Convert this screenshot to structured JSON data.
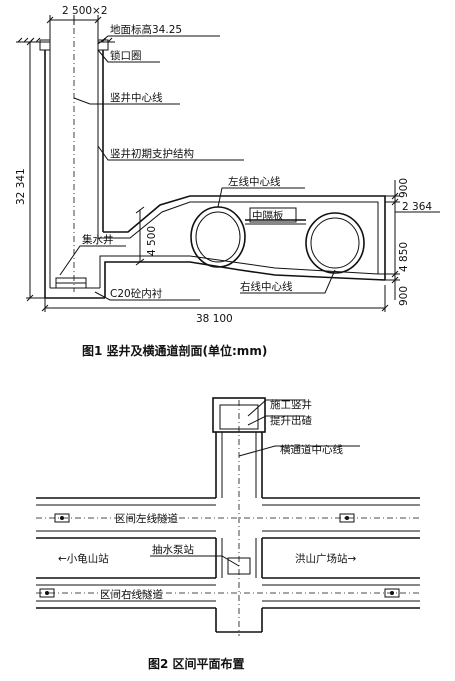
{
  "figure1": {
    "caption": "图1   竖井及横通道剖面(单位:mm)",
    "dimensions": {
      "top_width": "2 500×2",
      "height_left": "32 341",
      "bottom_width": "38 100",
      "right_900_top": "900",
      "right_2364": "2 364",
      "right_4850": "4 850",
      "right_900_bottom": "900",
      "left_4500": "4 500"
    },
    "labels": {
      "ground_elevation": "地面标高34.25",
      "collar": "锁口圈",
      "shaft_centerline": "竖井中心线",
      "primary_support": "竖井初期支护结构",
      "left_line_centerline": "左线中心线",
      "middle_partition": "中隔板",
      "sump": "集水井",
      "right_line_centerline": "右线中心线",
      "c20_lining": "C20砼内衬"
    }
  },
  "figure2": {
    "caption": "图2   区间平面布置",
    "labels": {
      "construction_shaft": "施工竖井",
      "hoist_muck": "提升出碴",
      "passage_centerline": "横通道中心线",
      "left_tunnel": "区间左线隧道",
      "xiaoguishan": "←小龟山站",
      "pump_station": "抽水泵站",
      "hongshan": "洪山广场站→",
      "right_tunnel": "区间右线隧道"
    }
  }
}
